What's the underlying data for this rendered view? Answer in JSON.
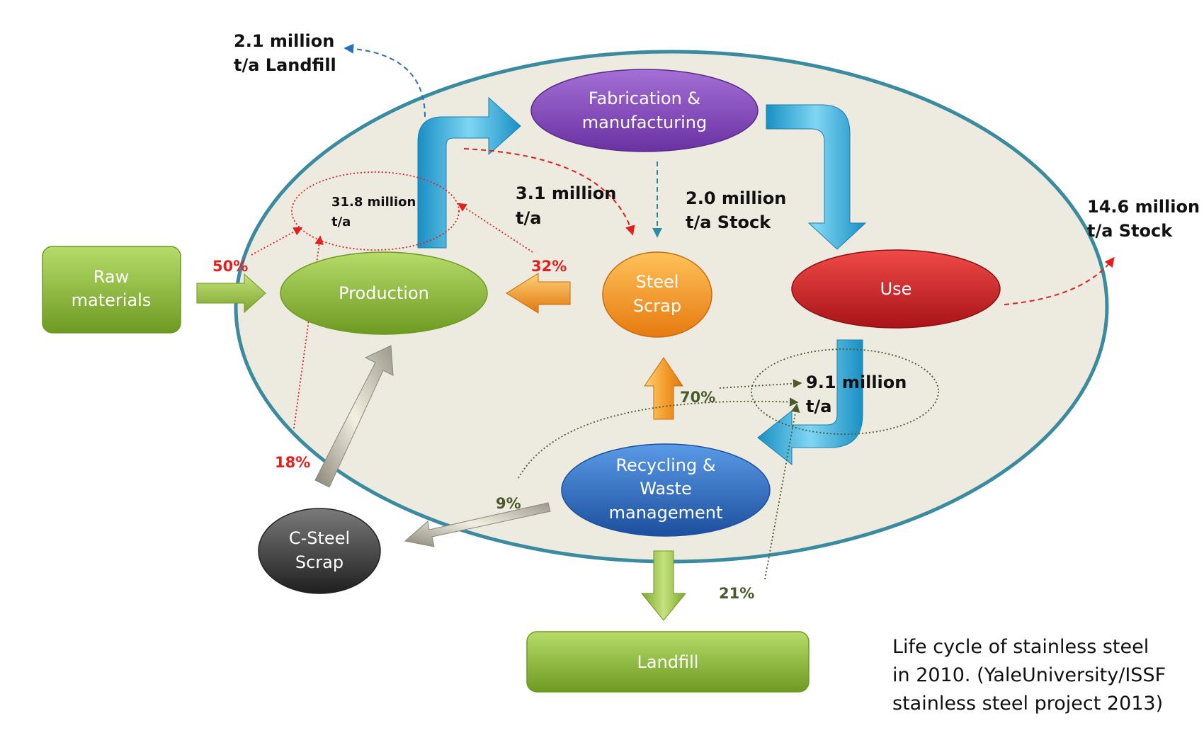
{
  "nodes": {
    "raw_materials": [
      "Raw",
      "materials"
    ],
    "production": "Production",
    "fabrication": [
      "Fabrication &",
      "manufacturing"
    ],
    "steel_scrap": [
      "Steel",
      "Scrap"
    ],
    "use": "Use",
    "recycling": [
      "Recycling &",
      "Waste",
      "management"
    ],
    "c_steel_scrap": [
      "C-Steel",
      "Scrap"
    ],
    "landfill": "Landfill"
  },
  "flows": {
    "landfill_top": [
      "2.1 million",
      "t/a Landfill"
    ],
    "production_total": [
      "31.8 million",
      "t/a"
    ],
    "scrap_flow": [
      "3.1 million",
      "t/a"
    ],
    "fab_stock": [
      "2.0 million",
      "t/a Stock"
    ],
    "use_stock": [
      "14.6 million",
      "t/a Stock"
    ],
    "recycled": [
      "9.1 million",
      "t/a"
    ]
  },
  "percentages": {
    "raw": "50%",
    "steel_scrap": "32%",
    "c_steel": "18%",
    "recycle_to_scrap": "70%",
    "recycle_to_c_steel": "9%",
    "recycle_to_landfill": "21%"
  },
  "caption": [
    "Life cycle of stainless steel",
    "in 2010. (YaleUniversity/ISSF",
    "stainless steel project 2013)"
  ],
  "colors": {
    "green": "#8dba3a",
    "purple": "#8a4fc0",
    "orange": "#f59a1e",
    "red": "#d0252a",
    "blue": "#2e6fc9",
    "gray": "#4a4a4a",
    "cyan": "#2aa8d8",
    "pct_red": "#e0201f",
    "pct_green": "#4a5a2a"
  }
}
